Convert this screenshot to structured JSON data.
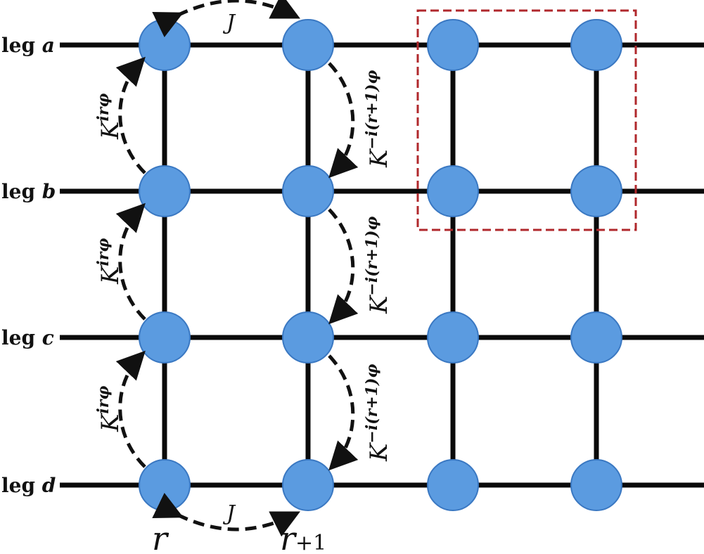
{
  "legs": [
    {
      "prefix": "leg ",
      "letter": "a"
    },
    {
      "prefix": "leg ",
      "letter": "b"
    },
    {
      "prefix": "leg ",
      "letter": "c"
    },
    {
      "prefix": "leg ",
      "letter": "d"
    }
  ],
  "couplings": {
    "up_base": "K",
    "up_exp": "irφ",
    "down_base": "K",
    "down_exp": "−i(r+1)φ",
    "j_top": "J",
    "j_bottom": "J"
  },
  "rungs": {
    "r": "r",
    "r1_main": "r",
    "r1_sub": "+1"
  },
  "colors": {
    "site_fill": "#5b9be0",
    "lines": "#0a0a0a",
    "unit_cell_box": "#b0282c"
  }
}
